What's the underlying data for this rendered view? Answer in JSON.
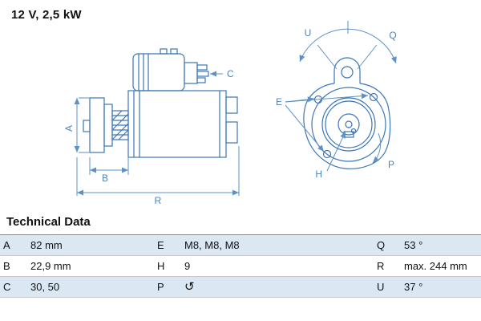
{
  "header": {
    "power_spec": "12 V, 2,5 kW"
  },
  "drawing": {
    "description": "starter-motor side view and mounting-flange front view line drawing",
    "line_color": "#3b76b8",
    "dimension_color": "#5c92c8",
    "labels": {
      "A": "A",
      "B": "B",
      "C": "C",
      "R": "R",
      "E": "E",
      "H": "H",
      "P": "P",
      "Q": "Q",
      "U": "U"
    }
  },
  "technical_data": {
    "title": "Technical Data",
    "rows": [
      {
        "cells": [
          {
            "key": "A",
            "value": "82 mm"
          },
          {
            "key": "E",
            "value": "M8, M8, M8"
          },
          {
            "key": "Q",
            "value": "53 °"
          }
        ]
      },
      {
        "cells": [
          {
            "key": "B",
            "value": "22,9 mm"
          },
          {
            "key": "H",
            "value": "9"
          },
          {
            "key": "R",
            "value": "max. 244 mm"
          }
        ]
      },
      {
        "cells": [
          {
            "key": "C",
            "value": "30, 50"
          },
          {
            "key": "P",
            "value": "↺",
            "icon": "rotation-direction"
          },
          {
            "key": "U",
            "value": "37 °"
          }
        ]
      }
    ]
  }
}
